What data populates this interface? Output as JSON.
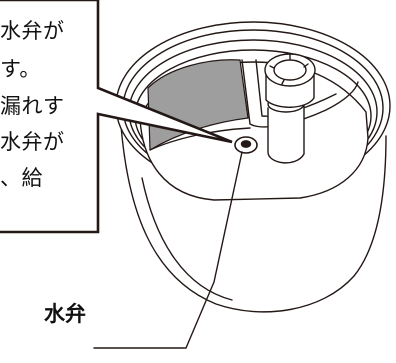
{
  "callout": {
    "lines": [
      "水弁が",
      "す。",
      "漏れす",
      "水弁が",
      "、給"
    ]
  },
  "part_label": "水弁",
  "colors": {
    "line": "#231815",
    "inner_shade": "#9e9e9e",
    "background": "#ffffff"
  }
}
